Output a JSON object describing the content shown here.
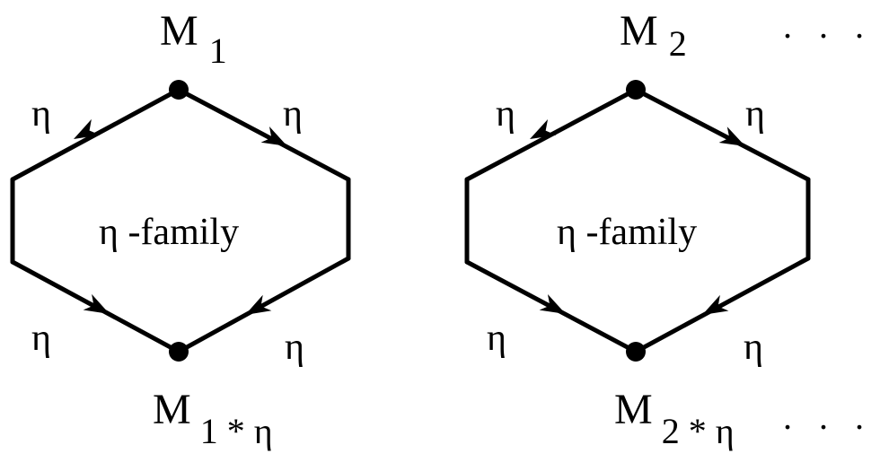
{
  "colors": {
    "ink": "#000000",
    "background": "#ffffff"
  },
  "diagrams": [
    {
      "top_node": {
        "letter": "M",
        "subscript": "1"
      },
      "bottom_node": {
        "letter": "M",
        "subscript": "1 * η"
      },
      "center_label": "η -family",
      "edge_labels": {
        "upper_left": "η",
        "upper_right": "η",
        "lower_left": "η",
        "lower_right": "η"
      }
    },
    {
      "top_node": {
        "letter": "M",
        "subscript": "2"
      },
      "bottom_node": {
        "letter": "M",
        "subscript": "2 * η"
      },
      "center_label": "η -family",
      "edge_labels": {
        "upper_left": "η",
        "upper_right": "η",
        "lower_left": "η",
        "lower_right": "η"
      }
    }
  ],
  "continuation": {
    "top": ". . .",
    "bottom": ". . ."
  }
}
